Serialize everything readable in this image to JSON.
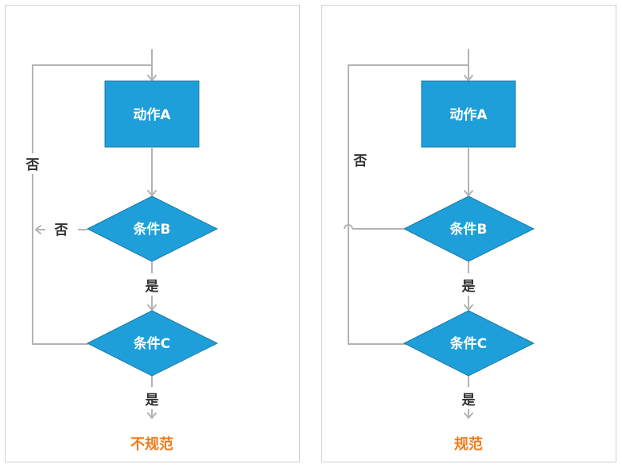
{
  "colors": {
    "node_fill": "#1e9fd9",
    "node_text": "#ffffff",
    "line": "#b3b3b3",
    "caption": "#f07a16"
  },
  "left_diagram": {
    "node_action": "动作A",
    "node_condition_b": "条件B",
    "node_condition_c": "条件C",
    "label_no_loop": "否",
    "label_no_b": "否",
    "label_yes_b": "是",
    "label_yes_c": "是",
    "caption": "不规范"
  },
  "right_diagram": {
    "node_action": "动作A",
    "node_condition_b": "条件B",
    "node_condition_c": "条件C",
    "label_no_loop": "否",
    "label_yes_b": "是",
    "label_yes_c": "是",
    "caption": "规范"
  }
}
